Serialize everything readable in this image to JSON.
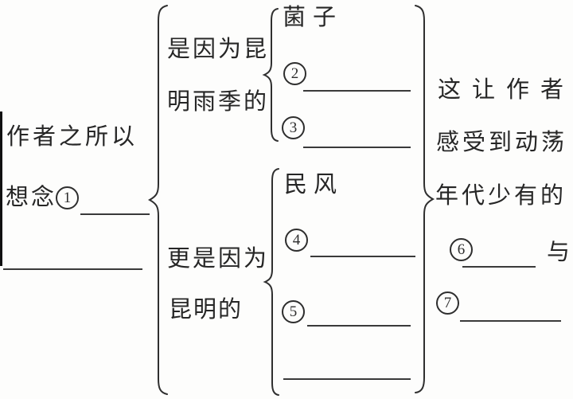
{
  "colors": {
    "ink": "#2e2e2e",
    "paper": "#fdfdfc"
  },
  "root": {
    "line1": "作者之所以",
    "line2_prefix": "想念",
    "num1": "1"
  },
  "branch_rain": {
    "label_line1": "是因为昆",
    "label_line2": "明雨季的",
    "first_item": "菌子",
    "num2": "2",
    "num3": "3"
  },
  "branch_kunming": {
    "label_line1": "更是因为",
    "label_line2": "昆明的",
    "first_item": "民风",
    "num4": "4",
    "num5": "5"
  },
  "conclusion": {
    "line1": "这让作者",
    "line2": "感受到动荡",
    "line3": "年代少有的",
    "num6": "6",
    "conjunction": "与",
    "num7": "7"
  }
}
